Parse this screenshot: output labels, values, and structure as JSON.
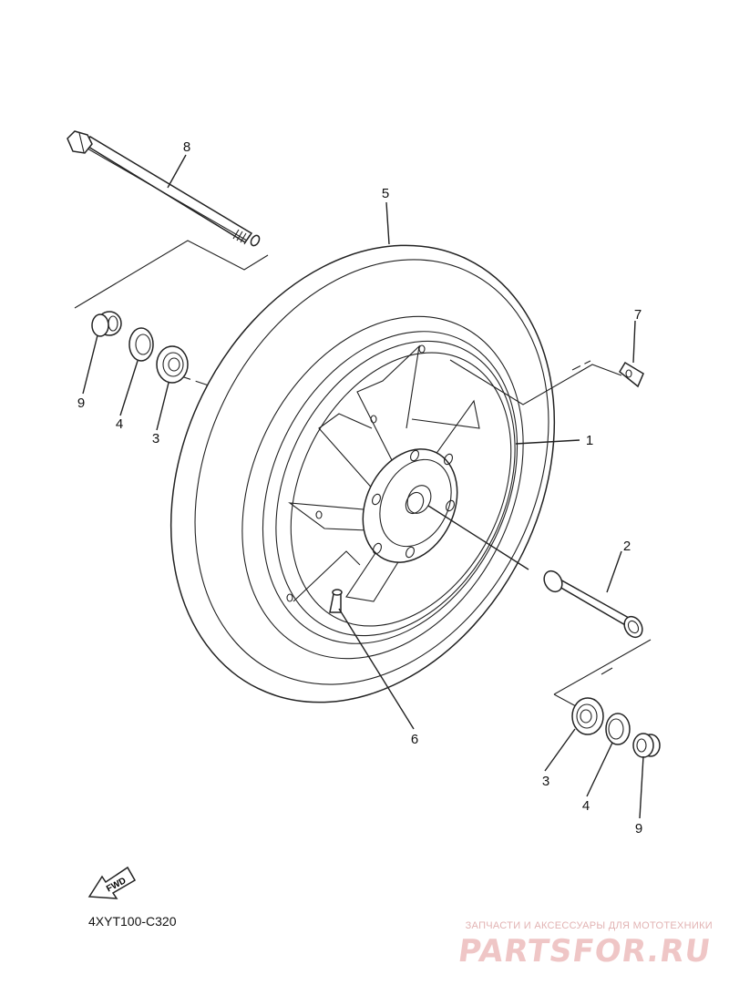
{
  "diagram_code": "4XYT100-C320",
  "fwd_label": "FWD",
  "watermark": {
    "tagline": "ЗАПЧАСТИ И АКСЕССУАРЫ ДЛЯ МОТОТЕХНИКИ",
    "brand": "PARTSFOR.RU"
  },
  "callouts": {
    "c1": "1",
    "c2": "2",
    "c3a": "3",
    "c3b": "3",
    "c4a": "4",
    "c4b": "4",
    "c5": "5",
    "c6": "6",
    "c7": "7",
    "c8": "8",
    "c9a": "9",
    "c9b": "9"
  }
}
